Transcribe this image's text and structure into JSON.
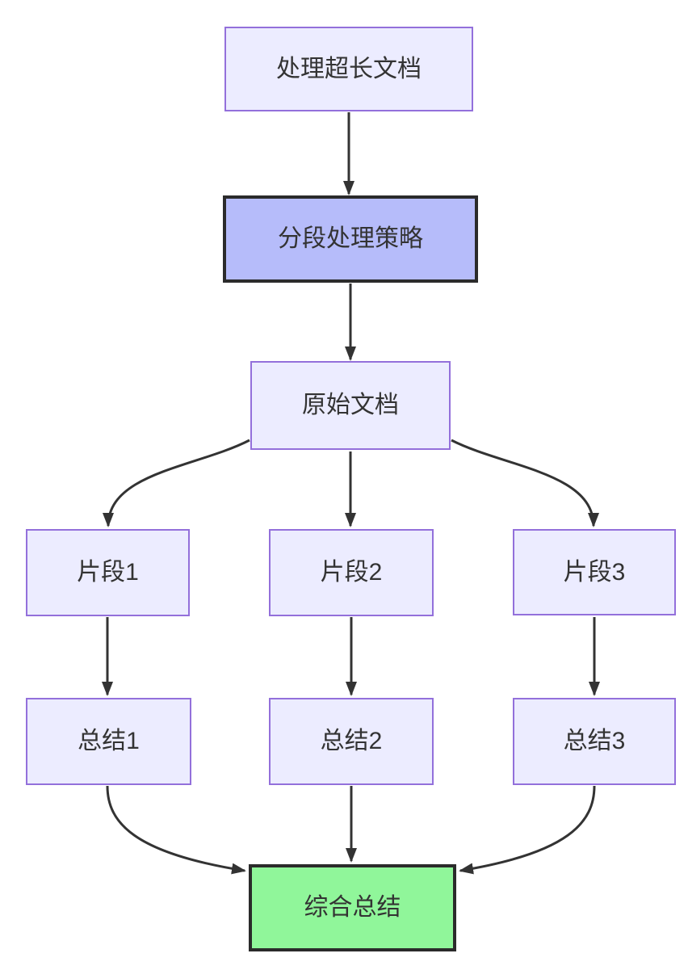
{
  "diagram": {
    "type": "flowchart",
    "direction": "top-down",
    "nodes": {
      "A": {
        "id": "A",
        "label": "处理超长文档",
        "kind": "default"
      },
      "B": {
        "id": "B",
        "label": "分段处理策略",
        "kind": "highlight"
      },
      "C": {
        "id": "C",
        "label": "原始文档",
        "kind": "default"
      },
      "D1": {
        "id": "D1",
        "label": "片段1",
        "kind": "default"
      },
      "D2": {
        "id": "D2",
        "label": "片段2",
        "kind": "default"
      },
      "D3": {
        "id": "D3",
        "label": "片段3",
        "kind": "default"
      },
      "S1": {
        "id": "S1",
        "label": "总结1",
        "kind": "default"
      },
      "S2": {
        "id": "S2",
        "label": "总结2",
        "kind": "default"
      },
      "S3": {
        "id": "S3",
        "label": "总结3",
        "kind": "default"
      },
      "F": {
        "id": "F",
        "label": "综合总结",
        "kind": "success"
      }
    },
    "edges": [
      {
        "from": "A",
        "to": "B"
      },
      {
        "from": "B",
        "to": "C"
      },
      {
        "from": "C",
        "to": "D1"
      },
      {
        "from": "C",
        "to": "D2"
      },
      {
        "from": "C",
        "to": "D3"
      },
      {
        "from": "D1",
        "to": "S1"
      },
      {
        "from": "D2",
        "to": "S2"
      },
      {
        "from": "D3",
        "to": "S3"
      },
      {
        "from": "S1",
        "to": "F"
      },
      {
        "from": "S2",
        "to": "F"
      },
      {
        "from": "S3",
        "to": "F"
      }
    ],
    "colors": {
      "background": "#ffffff",
      "node-fill": "#ECECFF",
      "node-border": "#9370DB",
      "highlight-fill": "#B6BCFA",
      "success-fill": "#90F69A",
      "dark-border": "#2B2B2B",
      "edge-color": "#333333",
      "text-color": "#333333"
    }
  }
}
